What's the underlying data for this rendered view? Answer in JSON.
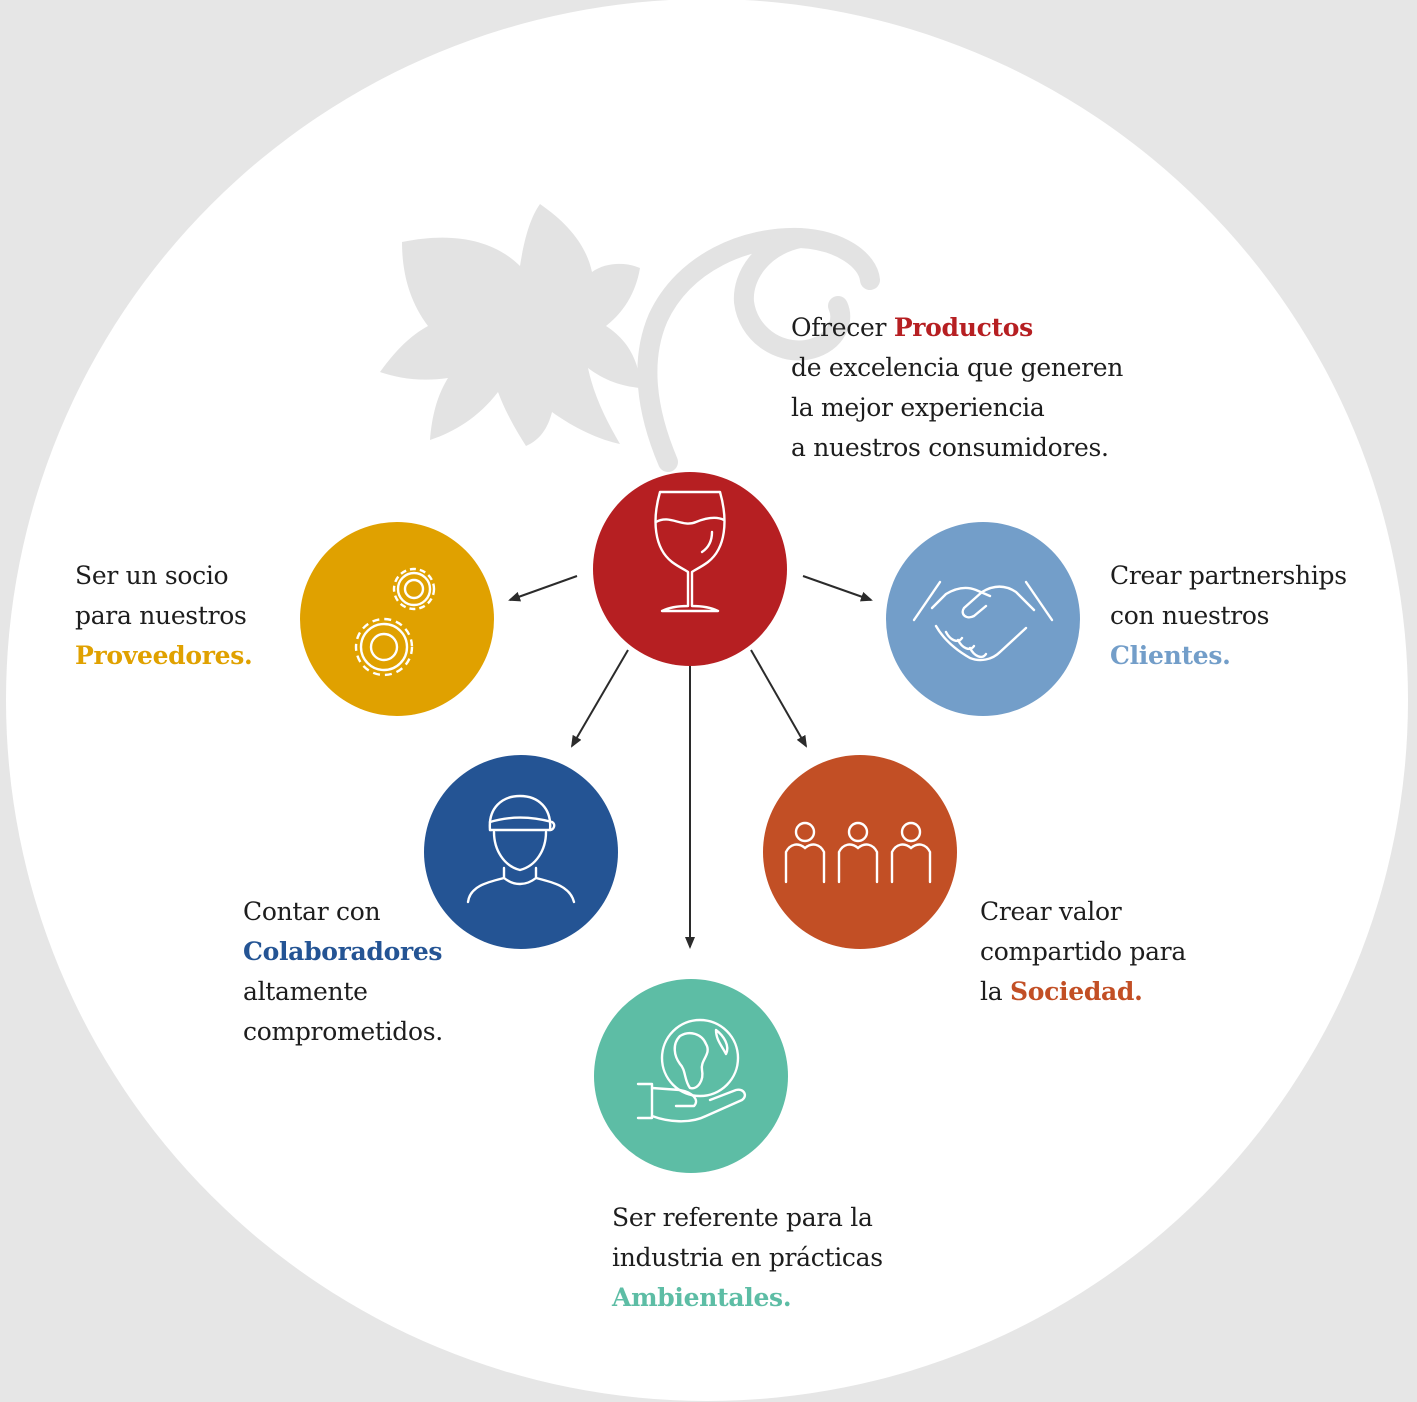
{
  "colors": {
    "background": "#e6e6e6",
    "panel": "#ffffff",
    "decoration": "#e3e3e3",
    "arrow": "#2b2b2b",
    "productos": "#b61f22",
    "proveedores": "#e0a100",
    "clientes": "#739ec9",
    "colaboradores": "#245494",
    "sociedad": "#c24f25",
    "ambientales": "#5dbda5"
  },
  "nodes": {
    "productos": {
      "icon": "wine-glass-icon",
      "lines": [
        "Ofrecer",
        "de excelencia que generen",
        "la mejor experiencia",
        "a nuestros consumidores."
      ],
      "keyword": "Productos"
    },
    "proveedores": {
      "icon": "gears-icon",
      "lines": [
        "Ser un socio",
        "para nuestros"
      ],
      "keyword": "Proveedores."
    },
    "clientes": {
      "icon": "handshake-icon",
      "lines": [
        "Crear partnerships",
        "con nuestros"
      ],
      "keyword": "Clientes."
    },
    "colaboradores": {
      "icon": "worker-icon",
      "lines": [
        "Contar con",
        "altamente",
        "comprometidos."
      ],
      "keyword": "Colaboradores"
    },
    "sociedad": {
      "icon": "people-icon",
      "lines": [
        "Crear valor",
        "compartido para",
        "la"
      ],
      "keyword": "Sociedad."
    },
    "ambientales": {
      "icon": "globe-hand-icon",
      "lines": [
        "Ser referente para la",
        "industria en prácticas"
      ],
      "keyword": "Ambientales."
    }
  }
}
